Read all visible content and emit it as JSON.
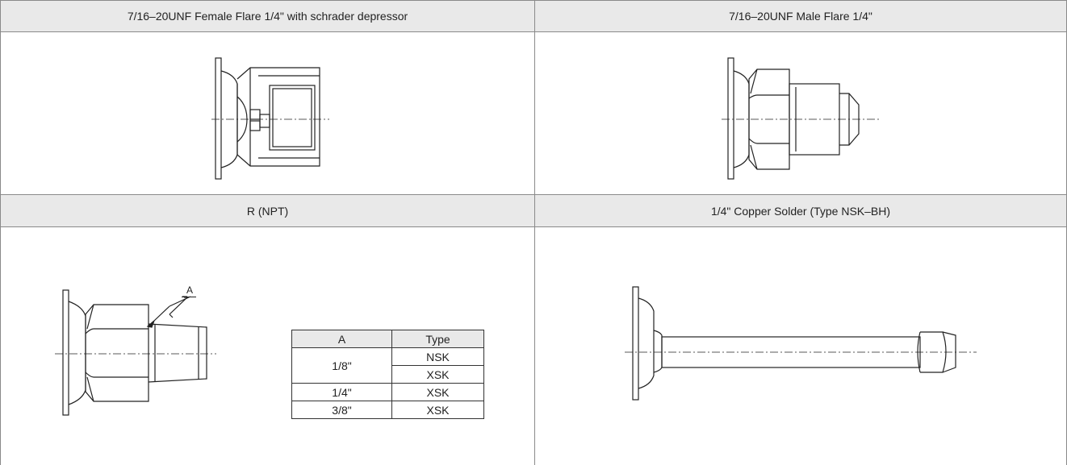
{
  "cells": {
    "top_left_title": "7/16–20UNF Female Flare 1/4\" with schrader depressor",
    "top_right_title": "7/16–20UNF Male Flare 1/4\"",
    "bottom_left_title": "R (NPT)",
    "bottom_right_title": "1/4\" Copper Solder (Type NSK–BH)"
  },
  "npt_drawing": {
    "callout_label": "A"
  },
  "thread_table": {
    "headers": [
      "A",
      "Type"
    ],
    "rows": [
      {
        "a": "1/8\"",
        "types": [
          "NSK",
          "XSK"
        ]
      },
      {
        "a": "1/4\"",
        "types": [
          "XSK"
        ]
      },
      {
        "a": "3/8\"",
        "types": [
          "XSK"
        ]
      }
    ]
  }
}
